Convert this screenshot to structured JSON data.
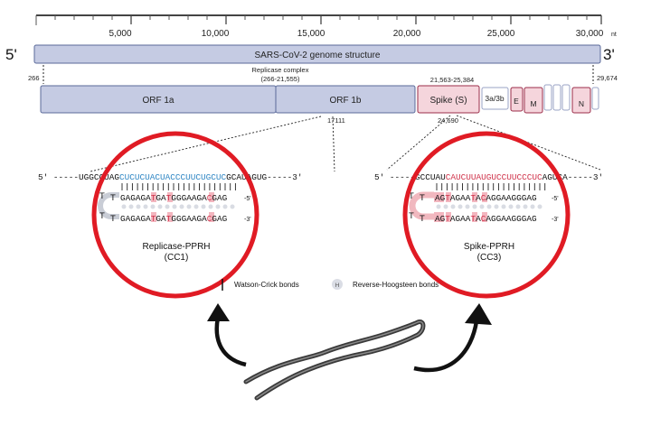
{
  "genome": {
    "axis_unit": "nt",
    "ticks": [
      "5,000",
      "10,000",
      "15,000",
      "20,000",
      "25,000",
      "30,000"
    ],
    "five_prime": "5'",
    "three_prime": "3'",
    "bar_label": "SARS-CoV-2 genome structure",
    "start": "266",
    "end": "29,674"
  },
  "replicase": {
    "title": "Replicase complex",
    "range": "(266-21,555)",
    "orf1a": "ORF 1a",
    "orf1b": "ORF 1b",
    "pos": "17111"
  },
  "spike": {
    "range": "21,563-25,384",
    "label": "Spike (S)",
    "pos": "24,690"
  },
  "accessory": {
    "orf3": "3a/3b",
    "e": "E",
    "m": "M",
    "n": "N"
  },
  "left_seq": {
    "prefix": "5' -----UGGCGUAG",
    "target": "CUCUCUACUACCCUUCUGCUC",
    "suffix": "GCAUAGUG-----3'",
    "strand1": {
      "a": "GAGAGA",
      "b": "T",
      "c": "GA",
      "d": "T",
      "e": "GGGAAGA",
      "f": "C",
      "g": "GAG"
    },
    "strand1_end": "-5'",
    "strand2": {
      "a": "GAGAGA",
      "b": "T",
      "c": "GA",
      "d": "T",
      "e": "GGGAAGA",
      "f": "C",
      "g": "GAG"
    },
    "strand2_end": "-3'",
    "name": "Replicase-PPRH",
    "code": "(CC1)"
  },
  "right_seq": {
    "prefix": "5' -----GCCUAU",
    "target": "CAUCUUAUGUCCUUCCCUC",
    "suffix": "AGUCA-----3'",
    "strand1": {
      "a": "AG",
      "b": "T",
      "c": "AGAA",
      "d": "T",
      "e": "A",
      "f": "C",
      "g": "AGGAAGGGAG"
    },
    "strand1_end": "-5'",
    "strand2": {
      "a": "AG",
      "b": "T",
      "c": "AGAA",
      "d": "T",
      "e": "A",
      "f": "C",
      "g": "AGGAAGGGAG"
    },
    "strand2_end": "-3'",
    "name": "Spike-PPRH",
    "code": "(CC3)"
  },
  "loop_letter": "T",
  "hoogsteen_marker": "H",
  "legend": {
    "watson": "Watson-Crick bonds",
    "hoogsteen": "Reverse-Hoogsteen bonds",
    "hoogsteen_marker": "H"
  },
  "colors": {
    "genome_bar": "#c5cbe3",
    "genome_border": "#5a6a9a",
    "spike_fill": "#f5d5dc",
    "accessory_border": "#9b2d4a",
    "target_blue": "#2f86c4",
    "target_red": "#d0334b",
    "highlight": "#f3b6bf",
    "circle": "#e01b24"
  }
}
